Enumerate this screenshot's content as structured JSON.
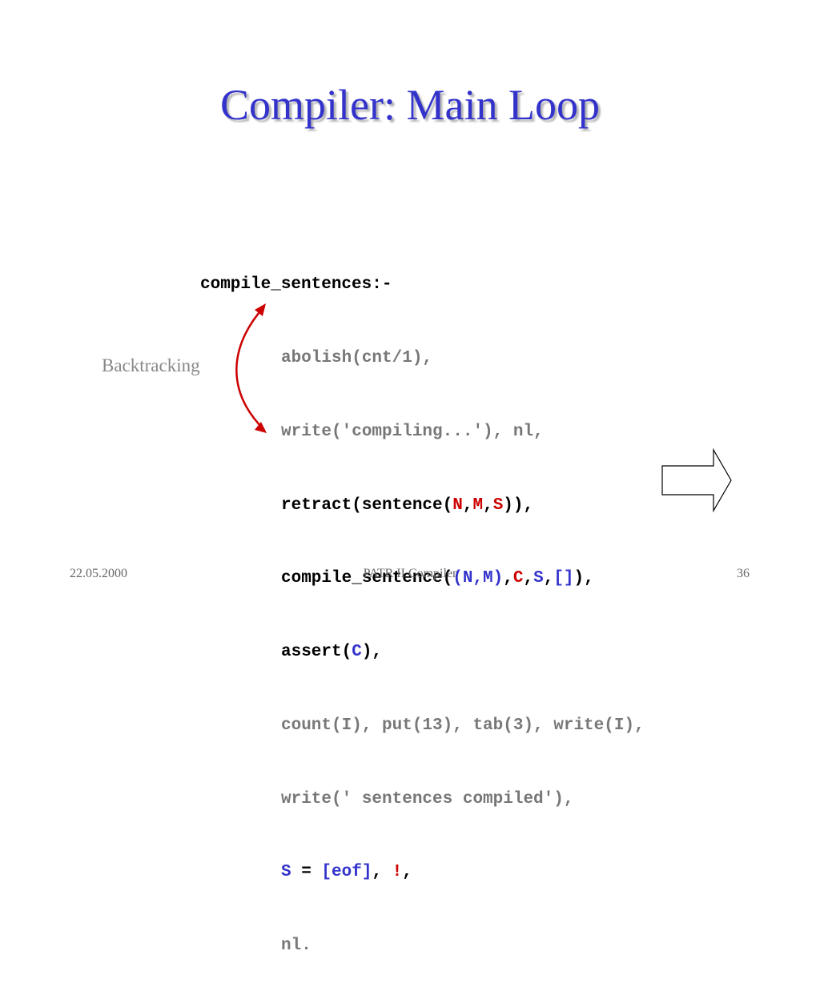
{
  "slide": {
    "title": "Compiler: Main Loop"
  },
  "code": {
    "head": "compile_sentences:-",
    "l1": "abolish(cnt/1),",
    "l2": "write('compiling...'), nl,",
    "l3": {
      "a": "retract(sentence(",
      "n": "N",
      "c1": ",",
      "m": "M",
      "c2": ",",
      "s": "S",
      "b": ")),"
    },
    "l4": {
      "a": "compile_sentence(",
      "nm": "(N,M)",
      "c1": ",",
      "c": "C",
      "c2": ",",
      "s": "S",
      "c3": ",",
      "e": "[]",
      "b": "),"
    },
    "l5": {
      "a": "assert(",
      "c": "C",
      "b": "),"
    },
    "l6": "count(I), put(13), tab(3), write(I),",
    "l7": "write(' sentences compiled'),",
    "l8": {
      "s": "S",
      "eq": " = ",
      "eof": "[eof]",
      "comma": ", ",
      "cut": "!",
      "end": ","
    },
    "l9": "nl."
  },
  "annotation": {
    "label": "Backtracking"
  },
  "footer": {
    "date": "22.05.2000",
    "title": "PATR II Compiler",
    "page": "36"
  },
  "colors": {
    "title": "#3333cc",
    "red": "#cc0000",
    "blue": "#3333cc",
    "gray": "#777777"
  }
}
